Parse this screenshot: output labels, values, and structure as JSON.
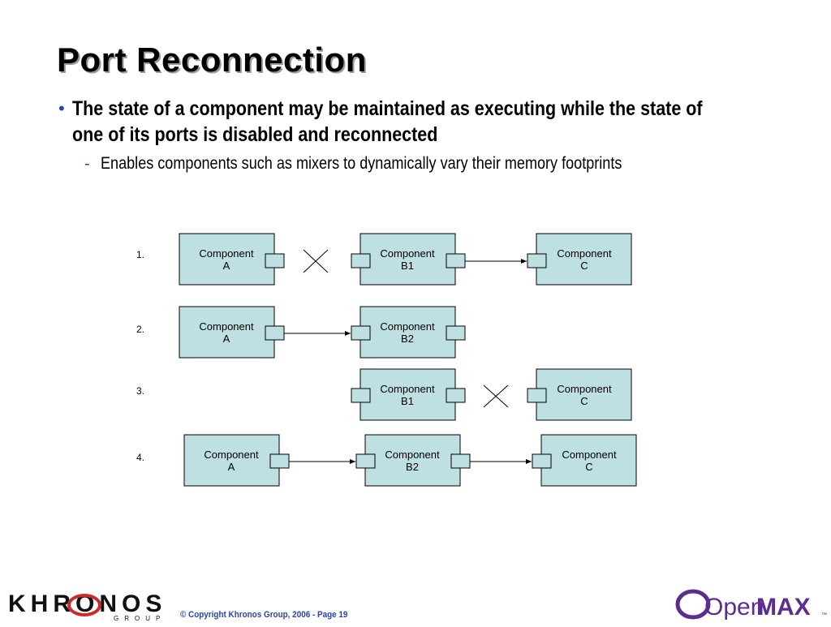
{
  "slide": {
    "title": "Port Reconnection",
    "bullet": "The state of a component may be maintained as executing while the state of one of its ports is disabled and reconnected",
    "sub_bullet": "Enables components such as mixers to dynamically vary their memory footprints"
  },
  "diagram": {
    "steps": [
      {
        "label": "1.",
        "components": [
          {
            "line1": "Component",
            "line2": "A"
          },
          {
            "line1": "Component",
            "line2": "B1"
          },
          {
            "line1": "Component",
            "line2": "C"
          }
        ]
      },
      {
        "label": "2.",
        "components": [
          {
            "line1": "Component",
            "line2": "A"
          },
          {
            "line1": "Component",
            "line2": "B2"
          }
        ]
      },
      {
        "label": "3.",
        "components": [
          {
            "line1": "Component",
            "line2": "B1"
          },
          {
            "line1": "Component",
            "line2": "C"
          }
        ]
      },
      {
        "label": "4.",
        "components": [
          {
            "line1": "Component",
            "line2": "A"
          },
          {
            "line1": "Component",
            "line2": "B2"
          },
          {
            "line1": "Component",
            "line2": "C"
          }
        ]
      }
    ]
  },
  "footer": {
    "khronos": "KHRONOS",
    "group": "GROUP",
    "copyright": "© Copyright Khronos Group, 2006 - Page 19",
    "openmax_open": "Open",
    "openmax_max": "MAX",
    "openmax_tm": "™"
  },
  "colors": {
    "box_fill": "#bfe0e3",
    "bullet_accent": "#2b45a8",
    "openmax_purple": "#5b2d8e"
  }
}
